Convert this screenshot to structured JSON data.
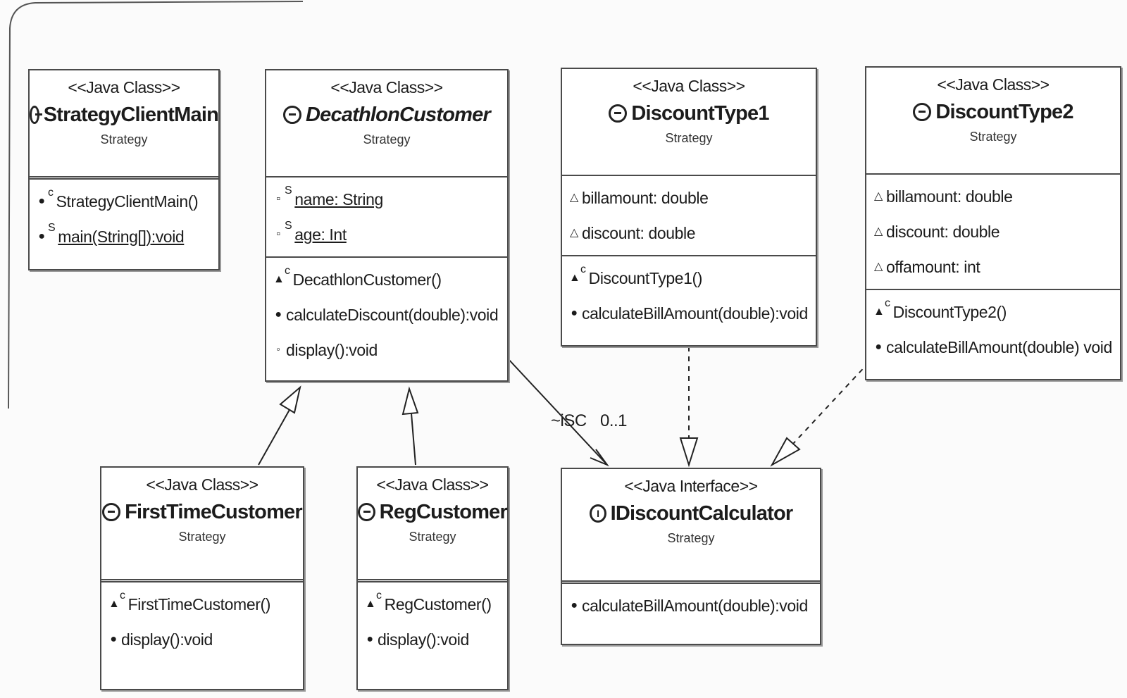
{
  "classes": {
    "strategy_client_main": {
      "stereotype": "<<Java Class>>",
      "name": "StrategyClientMain",
      "package": "Strategy",
      "operations": [
        {
          "text": "StrategyClientMain()",
          "mod": "c"
        },
        {
          "text": "main(String[]):void",
          "mod": "S"
        }
      ]
    },
    "decathlon_customer": {
      "stereotype": "<<Java Class>>",
      "name": "DecathlonCustomer",
      "package": "Strategy",
      "attributes": [
        {
          "text": "name: String",
          "mod": "S"
        },
        {
          "text": "age: Int",
          "mod": "S"
        }
      ],
      "operations": [
        {
          "text": "DecathlonCustomer()",
          "mod": "c"
        },
        {
          "text": "calculateDiscount(double):void"
        },
        {
          "text": "display():void"
        }
      ]
    },
    "discount_type1": {
      "stereotype": "<<Java Class>>",
      "name": "DiscountType1",
      "package": "Strategy",
      "attributes": [
        {
          "text": "billamount: double"
        },
        {
          "text": "discount: double"
        }
      ],
      "operations": [
        {
          "text": "DiscountType1()",
          "mod": "c"
        },
        {
          "text": "calculateBillAmount(double):void"
        }
      ]
    },
    "discount_type2": {
      "stereotype": "<<Java Class>>",
      "name": "DiscountType2",
      "package": "Strategy",
      "attributes": [
        {
          "text": "billamount: double"
        },
        {
          "text": "discount: double"
        },
        {
          "text": "offamount: int"
        }
      ],
      "operations": [
        {
          "text": "DiscountType2()",
          "mod": "c"
        },
        {
          "text": "calculateBillAmount(double) void"
        }
      ]
    },
    "first_time_customer": {
      "stereotype": "<<Java Class>>",
      "name": "FirstTimeCustomer",
      "package": "Strategy",
      "operations": [
        {
          "text": "FirstTimeCustomer()",
          "mod": "c"
        },
        {
          "text": "display():void"
        }
      ]
    },
    "reg_customer": {
      "stereotype": "<<Java Class>>",
      "name": "RegCustomer",
      "package": "Strategy",
      "operations": [
        {
          "text": "RegCustomer()",
          "mod": "c"
        },
        {
          "text": "display():void"
        }
      ]
    },
    "idiscount_calculator": {
      "stereotype": "<<Java Interface>>",
      "name": "IDiscountCalculator",
      "package": "Strategy",
      "operations": [
        {
          "text": "calculateBillAmount(double):void"
        }
      ]
    }
  },
  "association": {
    "role": "~iSC",
    "multiplicity": "0..1"
  }
}
